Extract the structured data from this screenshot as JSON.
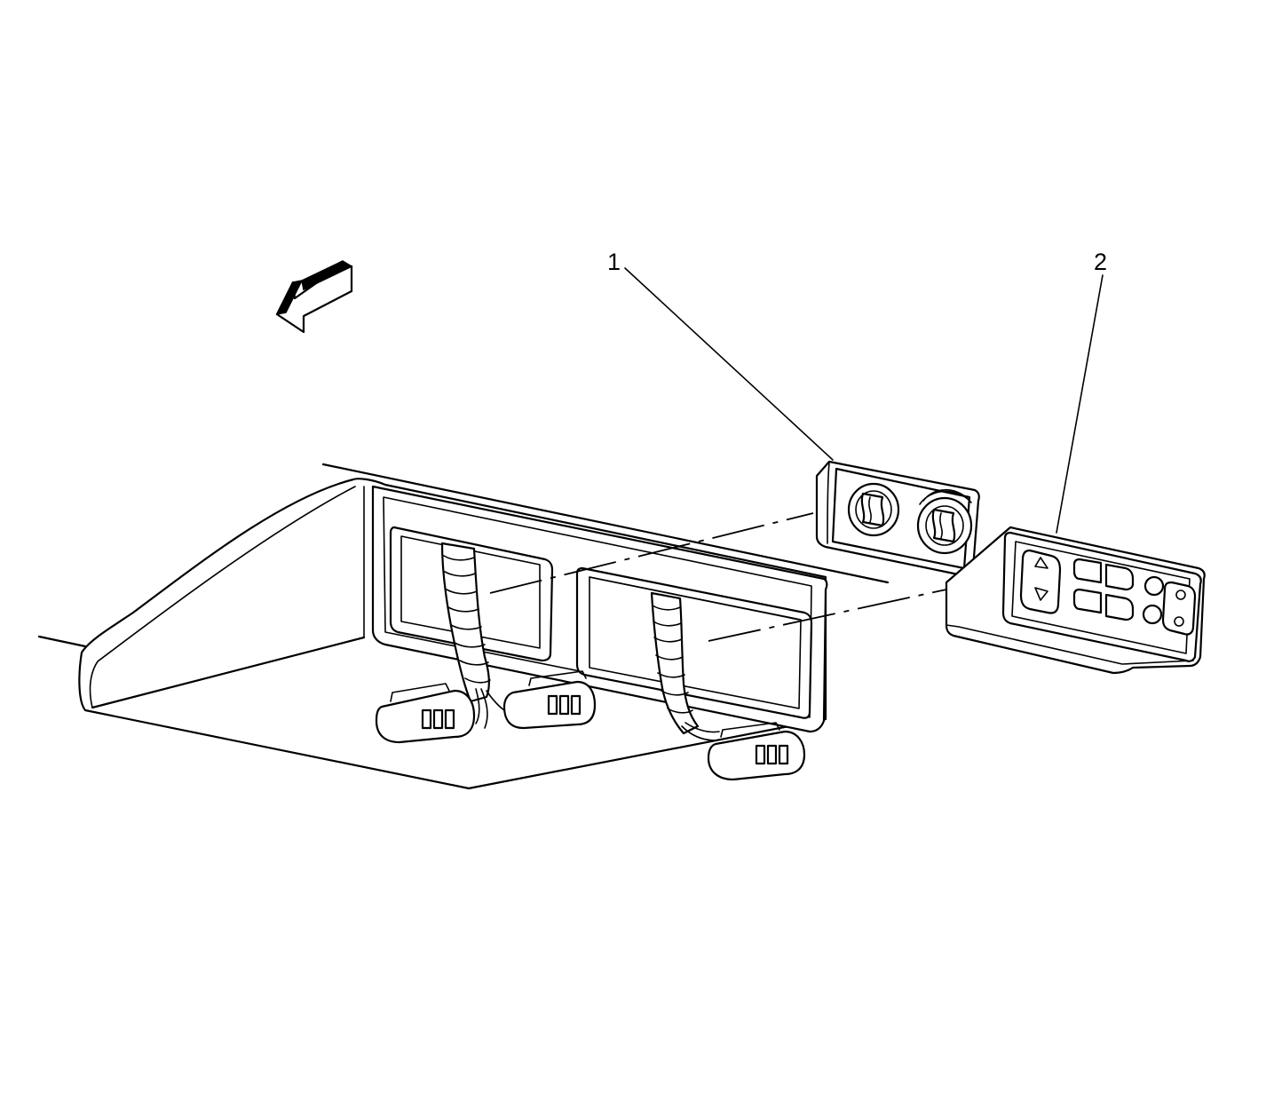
{
  "diagram": {
    "callouts": [
      {
        "label": "1",
        "target": "rear-control-module"
      },
      {
        "label": "2",
        "target": "switch-assembly"
      }
    ],
    "icons": {
      "direction": "arrow-left-icon"
    },
    "colors": {
      "line": "#000000",
      "background": "#ffffff"
    }
  }
}
